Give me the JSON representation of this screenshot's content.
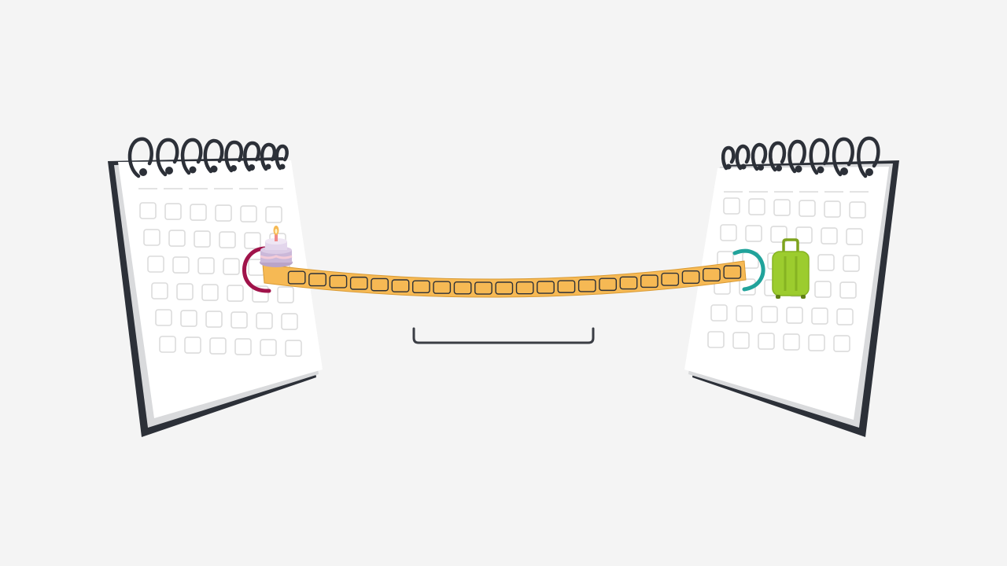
{
  "scene": {
    "background": "#f4f4f4",
    "left_calendar": {
      "icon": "spiral-calendar-icon",
      "ring_count": 8,
      "grid_rows": 6,
      "grid_cols": 6
    },
    "right_calendar": {
      "icon": "spiral-calendar-icon",
      "ring_count": 8,
      "grid_rows": 6,
      "grid_cols": 6
    },
    "timeline_bar": {
      "color": "#f6b954",
      "cell_count": 22
    },
    "start_marker": {
      "icon": "birthday-cake-icon",
      "ring_color": "#a0134a"
    },
    "end_marker": {
      "icon": "suitcase-icon",
      "ring_color": "#21a39b",
      "suitcase_color": "#9ccc2e"
    },
    "bracket": {
      "icon": "bracket-icon"
    }
  }
}
